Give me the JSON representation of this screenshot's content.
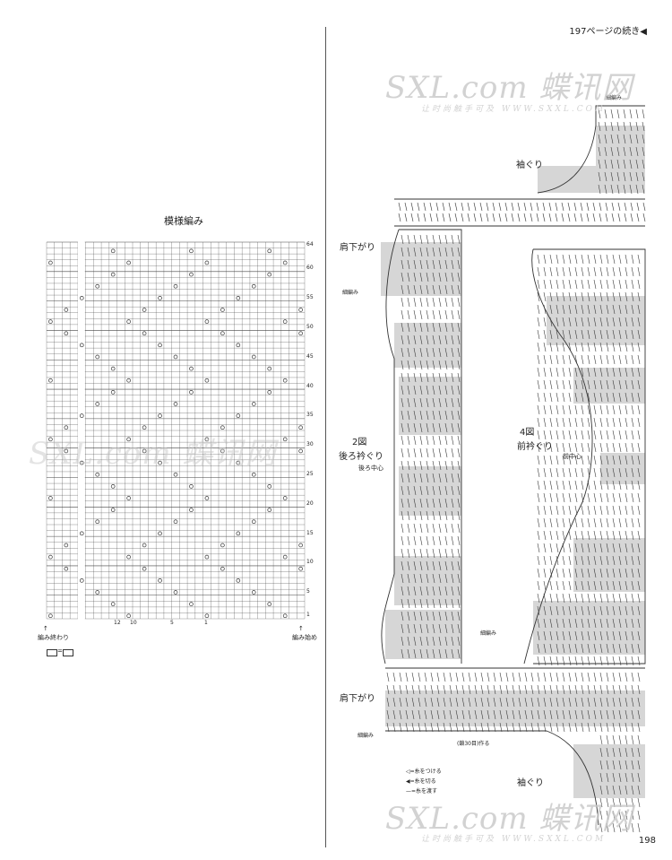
{
  "header": {
    "continuation": "197ページの続き◀"
  },
  "left_panel": {
    "chart_title": "模様編み",
    "row_numbers": [
      "64",
      "60",
      "55",
      "50",
      "45",
      "40",
      "35",
      "30",
      "25",
      "20",
      "15",
      "10",
      "5",
      "1"
    ],
    "stitch_numbers": [
      "12",
      "10",
      "5",
      "1"
    ],
    "label_end": "編み終わり",
    "label_start": "編み始め",
    "legend_eq": "="
  },
  "right_panel": {
    "fig2_number": "2図",
    "fig2_title": "後ろ衿ぐり",
    "fig2_center": "後ろ中心",
    "fig4_number": "4図",
    "fig4_title": "前衿ぐり",
    "fig4_center": "前中心",
    "armhole_top": "袖ぐり",
    "armhole_bottom": "袖ぐり",
    "shoulder_top": "肩下がり",
    "shoulder_bottom": "肩下がり",
    "slip_stitch": "細編み",
    "slip_stitch_2": "細編み",
    "slip_stitch_3": "細編み",
    "slip_stitch_4": "細編み",
    "chain_start": "(鎖30目)作る",
    "legend_1": "=糸をつける",
    "legend_2": "=糸を切る",
    "legend_3": "=糸を渡す"
  },
  "footer": {
    "page_number": "198"
  },
  "watermark": {
    "text": "SXL.com",
    "brand": "蝶讯网",
    "sub": "让时尚触手可及 WWW.SXXL.COM"
  }
}
